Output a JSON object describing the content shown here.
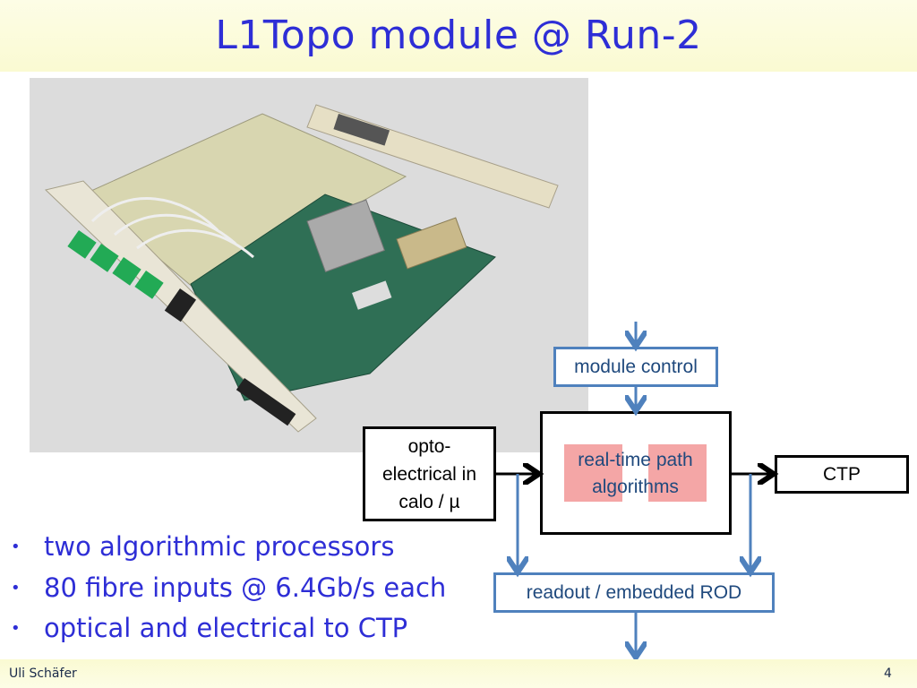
{
  "slide": {
    "title": "L1Topo module @ Run-2",
    "author": "Uli Schäfer",
    "page_number": "4"
  },
  "bullets": [
    "two algorithmic processors",
    "80 fibre inputs @ 6.4Gb/s each",
    "optical and electrical to CTP"
  ],
  "diagram": {
    "module_control": "module control",
    "opto_input": [
      "opto-",
      "electrical in",
      "calo / µ"
    ],
    "algorithms": [
      "real-time path",
      "algorithms"
    ],
    "ctp": "CTP",
    "readout": "readout / embedded ROD"
  },
  "colors": {
    "title": "#2e2ed6",
    "band": "#fafad2",
    "arrow_blue": "#4f81bd",
    "algorithm_fill": "#f4a6a6"
  }
}
